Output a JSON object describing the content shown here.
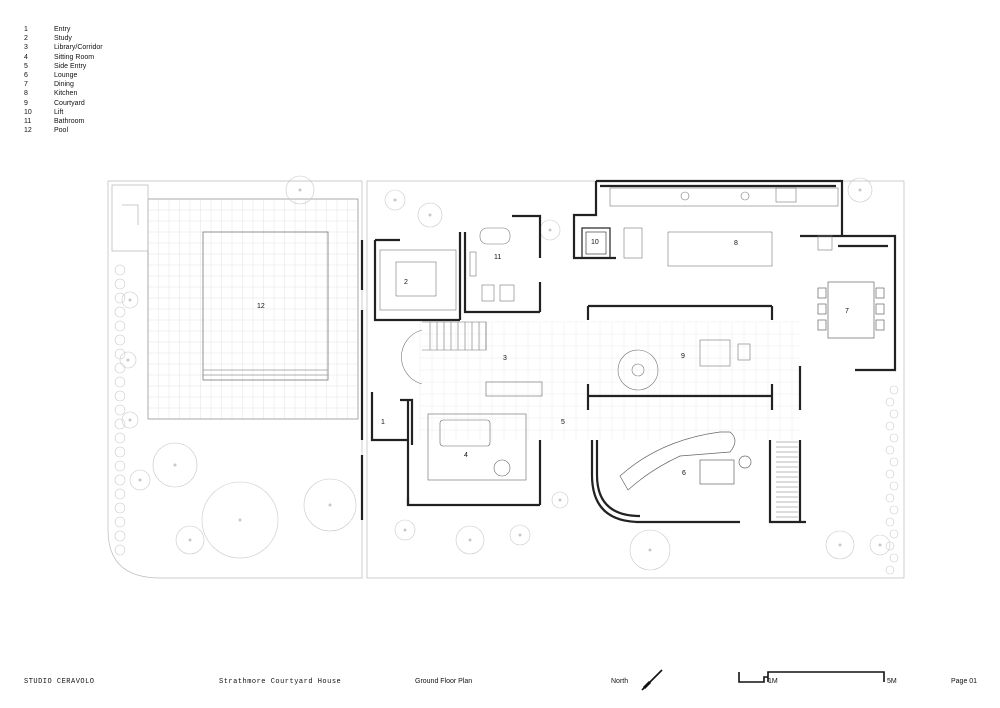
{
  "legend": [
    {
      "num": "1",
      "label": "Entry"
    },
    {
      "num": "2",
      "label": "Study"
    },
    {
      "num": "3",
      "label": "Library/Corridor"
    },
    {
      "num": "4",
      "label": "Sitting Room"
    },
    {
      "num": "5",
      "label": "Side Entry"
    },
    {
      "num": "6",
      "label": "Lounge"
    },
    {
      "num": "7",
      "label": "Dining"
    },
    {
      "num": "8",
      "label": "Kitchen"
    },
    {
      "num": "9",
      "label": "Courtyard"
    },
    {
      "num": "10",
      "label": "Lift"
    },
    {
      "num": "11",
      "label": "Bathroom"
    },
    {
      "num": "12",
      "label": "Pool"
    }
  ],
  "rooms": {
    "r1": "1",
    "r2": "2",
    "r3": "3",
    "r4": "4",
    "r5": "5",
    "r6": "6",
    "r7": "7",
    "r8": "8",
    "r9": "9",
    "r10": "10",
    "r11": "11",
    "r12": "12"
  },
  "footer": {
    "studio": "STUDIO CERAVOLO",
    "project": "Strathmore Courtyard House",
    "drawing": "Ground Floor Plan",
    "north_label": "North",
    "scale_1": "1M",
    "scale_5": "5M",
    "page": "Page 01"
  }
}
